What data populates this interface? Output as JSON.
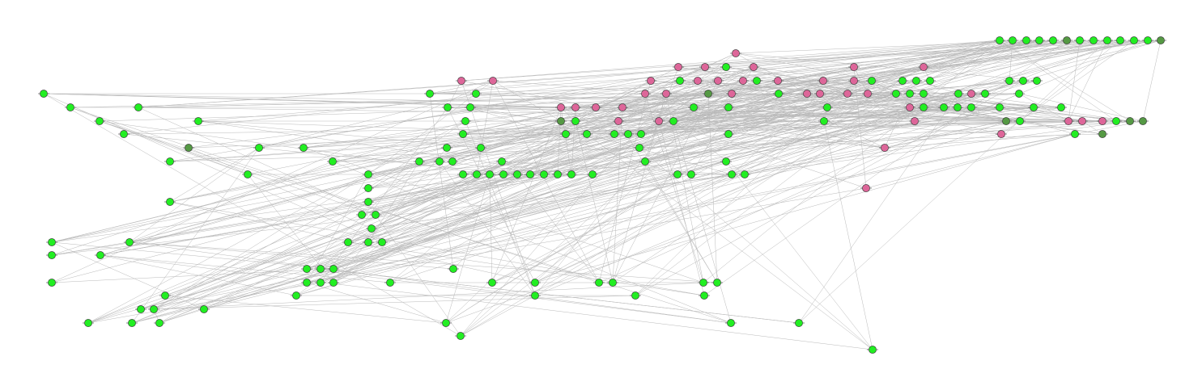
{
  "colors": {
    "background": "#ffffff",
    "node_green": "#22ee22",
    "node_pink": "#dd6699",
    "node_olive": "#559944",
    "edge": "#b9b9b9"
  },
  "graph": {
    "node_types": [
      "green",
      "pink",
      "olive"
    ],
    "layout": "layered",
    "labels_visible": false
  }
}
